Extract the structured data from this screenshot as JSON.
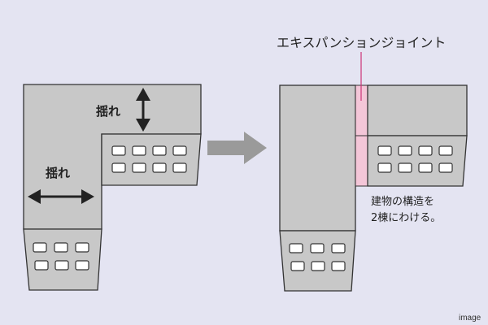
{
  "labels": {
    "sway_top": "揺れ",
    "sway_left": "揺れ",
    "expansion_joint": "エキスパンションジョイント",
    "note_line1": "建物の構造を",
    "note_line2": "2棟にわける。",
    "corner": "image"
  },
  "colors": {
    "background": "#e4e4f2",
    "wall_face": "#c8c8c8",
    "wall_side": "#b4b4b4",
    "outline": "#333333",
    "window": "#ffffff",
    "joint": "#f4c6d8",
    "joint_line": "#cc3377",
    "arrow_gray": "#9a9a9a",
    "arrow_black": "#222222"
  }
}
